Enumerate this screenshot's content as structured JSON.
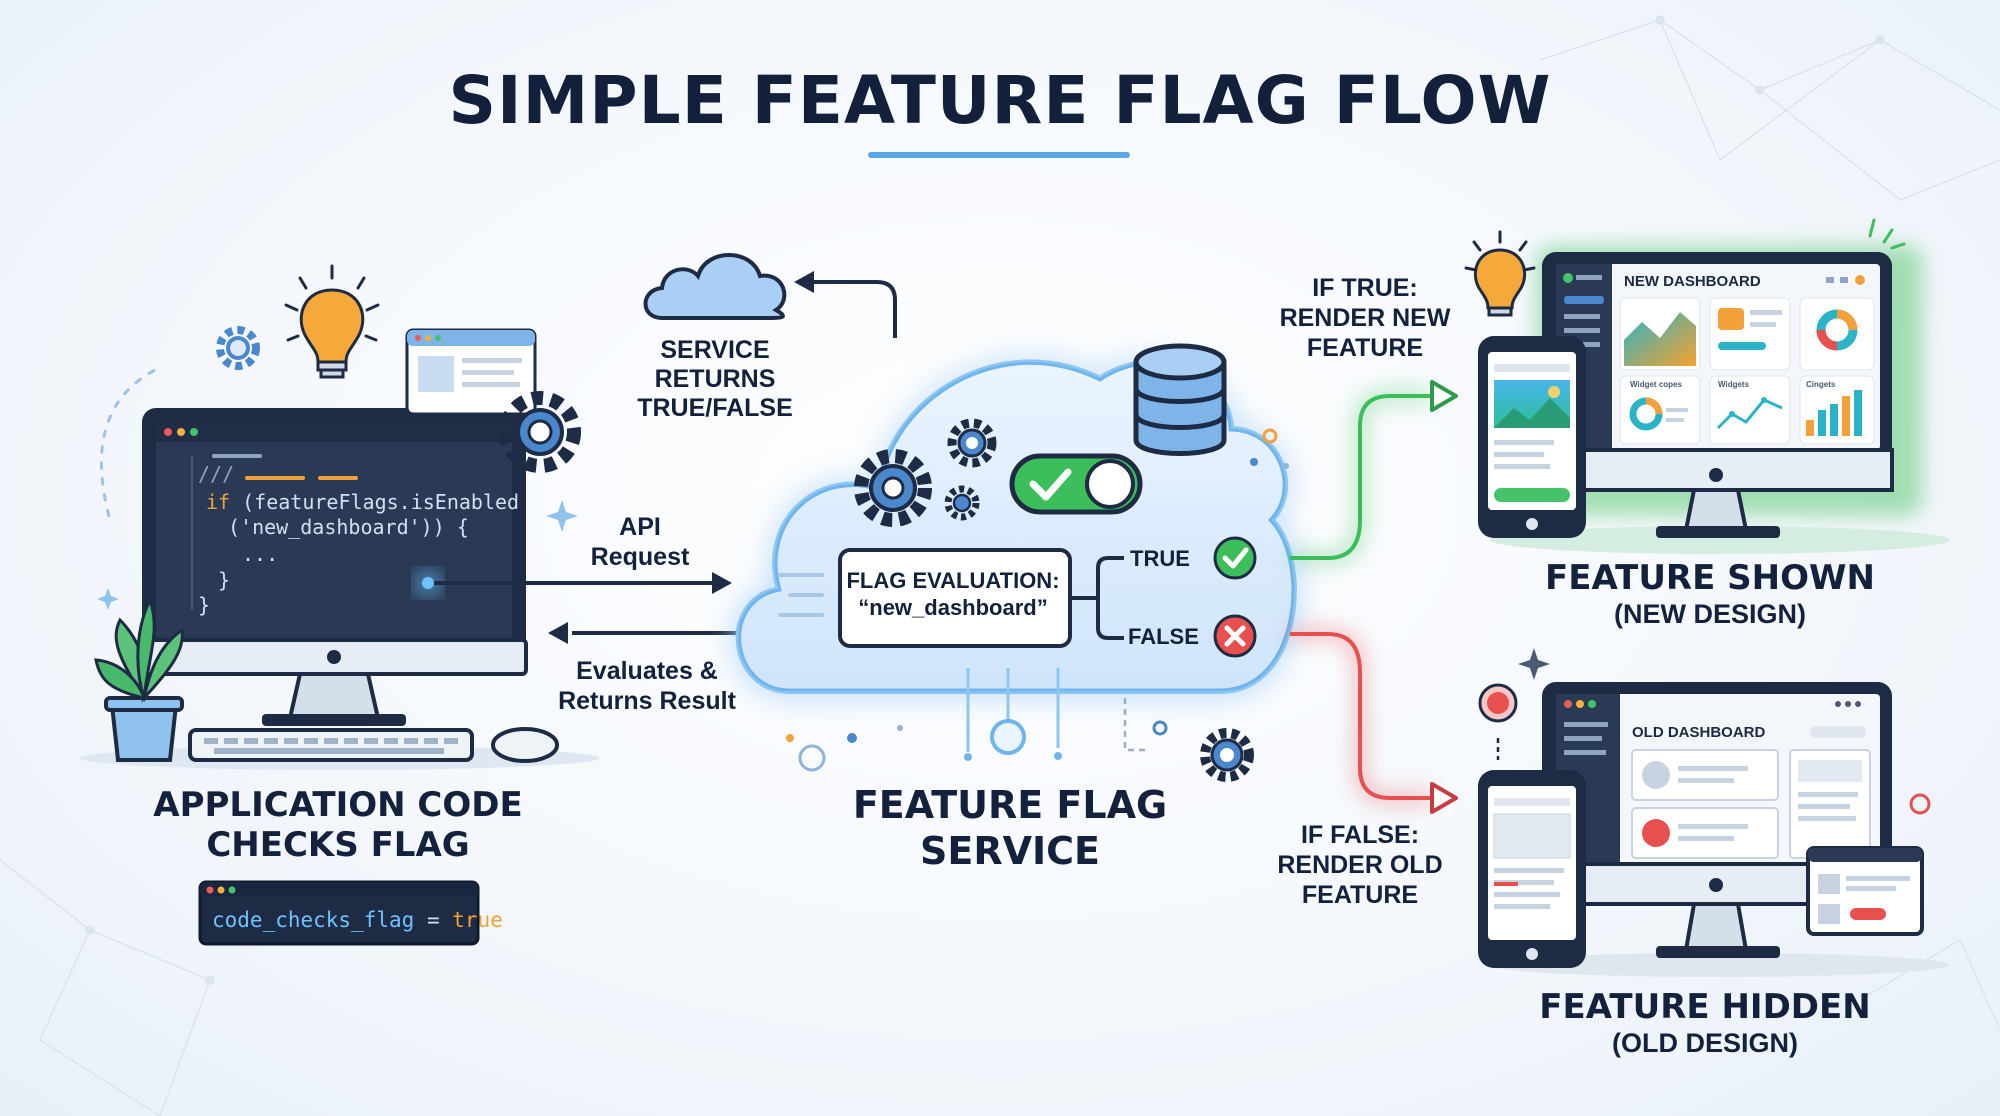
{
  "title": "SIMPLE FEATURE FLAG FLOW",
  "left": {
    "label_line1": "APPLICATION CODE",
    "label_line2": "CHECKS FLAG",
    "code": {
      "l1": "///",
      "l2_kw": "if",
      "l2_rest": "(featureFlags.isEnabled",
      "l3": "('new_dashboard')) {",
      "l4": "...",
      "l5": "}",
      "l6": "}"
    },
    "snippet": {
      "var": "code_checks_flag",
      "op": "=",
      "val": "true"
    }
  },
  "arrows": {
    "api_line1": "API",
    "api_line2": "Request",
    "eval_line1": "Evaluates &",
    "eval_line2": "Returns Result",
    "service_line1": "SERVICE",
    "service_line2": "RETURNS",
    "service_line3": "TRUE/FALSE"
  },
  "center": {
    "label_line1": "FEATURE FLAG",
    "label_line2": "SERVICE",
    "eval_line1": "FLAG EVALUATION:",
    "eval_line2": "“new_dashboard”",
    "true_label": "TRUE",
    "false_label": "FALSE"
  },
  "right_top": {
    "cond_line1": "IF TRUE:",
    "cond_line2": "RENDER NEW",
    "cond_line3": "FEATURE",
    "screen_title": "NEW DASHBOARD",
    "widget1": "Widget copes",
    "widget2": "Widgets",
    "widget3": "Cingets",
    "label_line1": "FEATURE SHOWN",
    "label_line2": "(NEW DESIGN)"
  },
  "right_bottom": {
    "cond_line1": "IF FALSE:",
    "cond_line2": "RENDER OLD",
    "cond_line3": "FEATURE",
    "screen_title": "OLD DASHBOARD",
    "label_line1": "FEATURE HIDDEN",
    "label_line2": "(OLD DESIGN)"
  },
  "colors": {
    "navy": "#1d2b45",
    "blue": "#3a86d8",
    "green": "#3cbf5a",
    "red": "#e8504f",
    "orange": "#f3a23a"
  },
  "icons": [
    "gear-icon",
    "lightbulb-icon",
    "cloud-icon",
    "database-icon",
    "toggle-icon",
    "check-icon",
    "cross-icon",
    "plant-icon",
    "keyboard-icon",
    "mouse-icon"
  ]
}
